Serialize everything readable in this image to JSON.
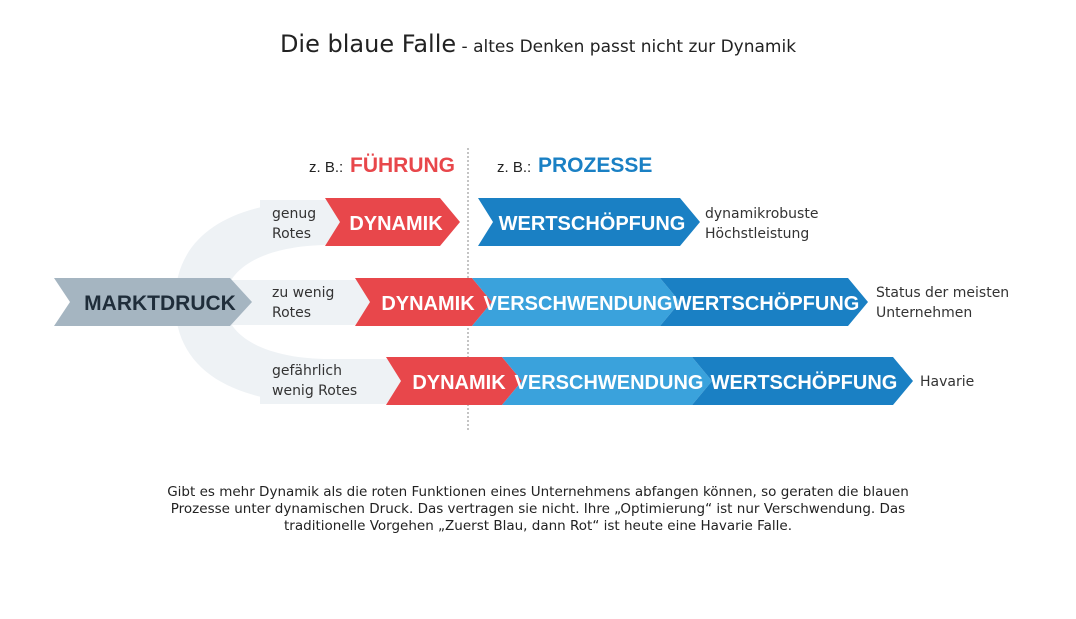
{
  "title": {
    "main": "Die blaue Falle",
    "sub": " - altes Denken passt nicht zur Dynamik"
  },
  "headers": {
    "left_prefix": "z. B.:",
    "left_label": "FÜHRUNG",
    "right_prefix": "z. B.:",
    "right_label": "PROZESSE"
  },
  "source": {
    "label": "MARKTDRUCK"
  },
  "rows": [
    {
      "label_line1": "genug",
      "label_line2": "Rotes",
      "red": "DYNAMIK",
      "blue1": "WERTSCHÖPFUNG",
      "outcome_line1": "dynamikrobuste",
      "outcome_line2": "Höchstleistung"
    },
    {
      "label_line1": "zu wenig",
      "label_line2": "Rotes",
      "red": "DYNAMIK",
      "blue1": "VERSCHWENDUNG",
      "blue2": "WERTSCHÖPFUNG",
      "outcome_line1": "Status der meisten",
      "outcome_line2": "Unternehmen"
    },
    {
      "label_line1": "gefährlich",
      "label_line2": "wenig Rotes",
      "red": "DYNAMIK",
      "blue1": "VERSCHWENDUNG",
      "blue2": "WERTSCHÖPFUNG",
      "outcome_line1": "Havarie"
    }
  ],
  "colors": {
    "red": "#e8474b",
    "blue_light": "#3aa2dc",
    "blue_dark": "#1a80c4",
    "gray_arrow": "#a5b5c1",
    "band": "#eef2f5",
    "dark_text": "#1f2d3a"
  },
  "caption": "Gibt es mehr Dynamik als die roten Funktionen eines Unternehmens abfangen können, so geraten die blauen Prozesse unter dynamischen Druck. Das vertragen sie nicht. Ihre „Optimierung“ ist nur Verschwendung. Das traditionelle Vorgehen „Zuerst Blau, dann Rot“ ist heute eine Havarie Falle."
}
